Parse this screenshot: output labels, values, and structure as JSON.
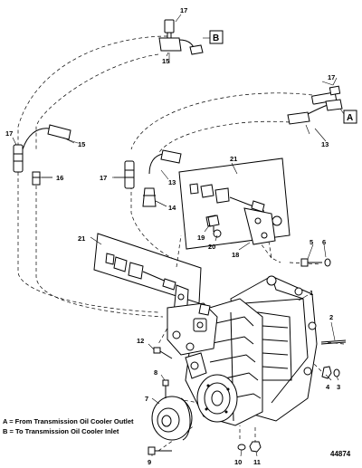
{
  "callouts": {
    "c1": "1",
    "c2": "2",
    "c3": "3",
    "c4": "4",
    "c5": "5",
    "c6": "6",
    "c7": "7",
    "c8": "8",
    "c9": "9",
    "c10": "10",
    "c11": "11",
    "c12": "12",
    "c13a": "13",
    "c13b": "13",
    "c14": "14",
    "c15a": "15",
    "c15b": "15",
    "c16": "16",
    "c17a": "17",
    "c17b": "17",
    "c17c": "17",
    "c18": "18",
    "c19": "19",
    "c20": "20",
    "c21a": "21",
    "c21b": "21"
  },
  "boxes": {
    "a": "A",
    "b": "B"
  },
  "legend": {
    "a": "A = From Transmission Oil Cooler Outlet",
    "b": "B = To Transmission Oil Cooler Inlet"
  },
  "figure_number": "44874"
}
